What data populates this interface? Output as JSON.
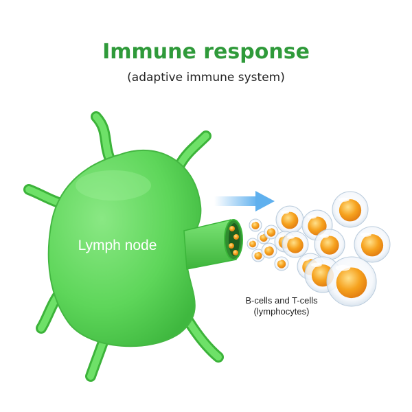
{
  "title": "Immune response",
  "subtitle": "(adaptive immune system)",
  "lymph_node": {
    "label": "Lymph node",
    "color": "#5ed65a",
    "vessel_icon": "lymph-vessel-icon"
  },
  "arrow": {
    "icon": "right-arrow-icon",
    "color": "#6fb8ef"
  },
  "cells": {
    "label_line1": "B-cells and T-cells",
    "label_line2": "(lymphocytes)",
    "nucleus_color": "#f5a623",
    "membrane_color": "#d9e6f2"
  }
}
